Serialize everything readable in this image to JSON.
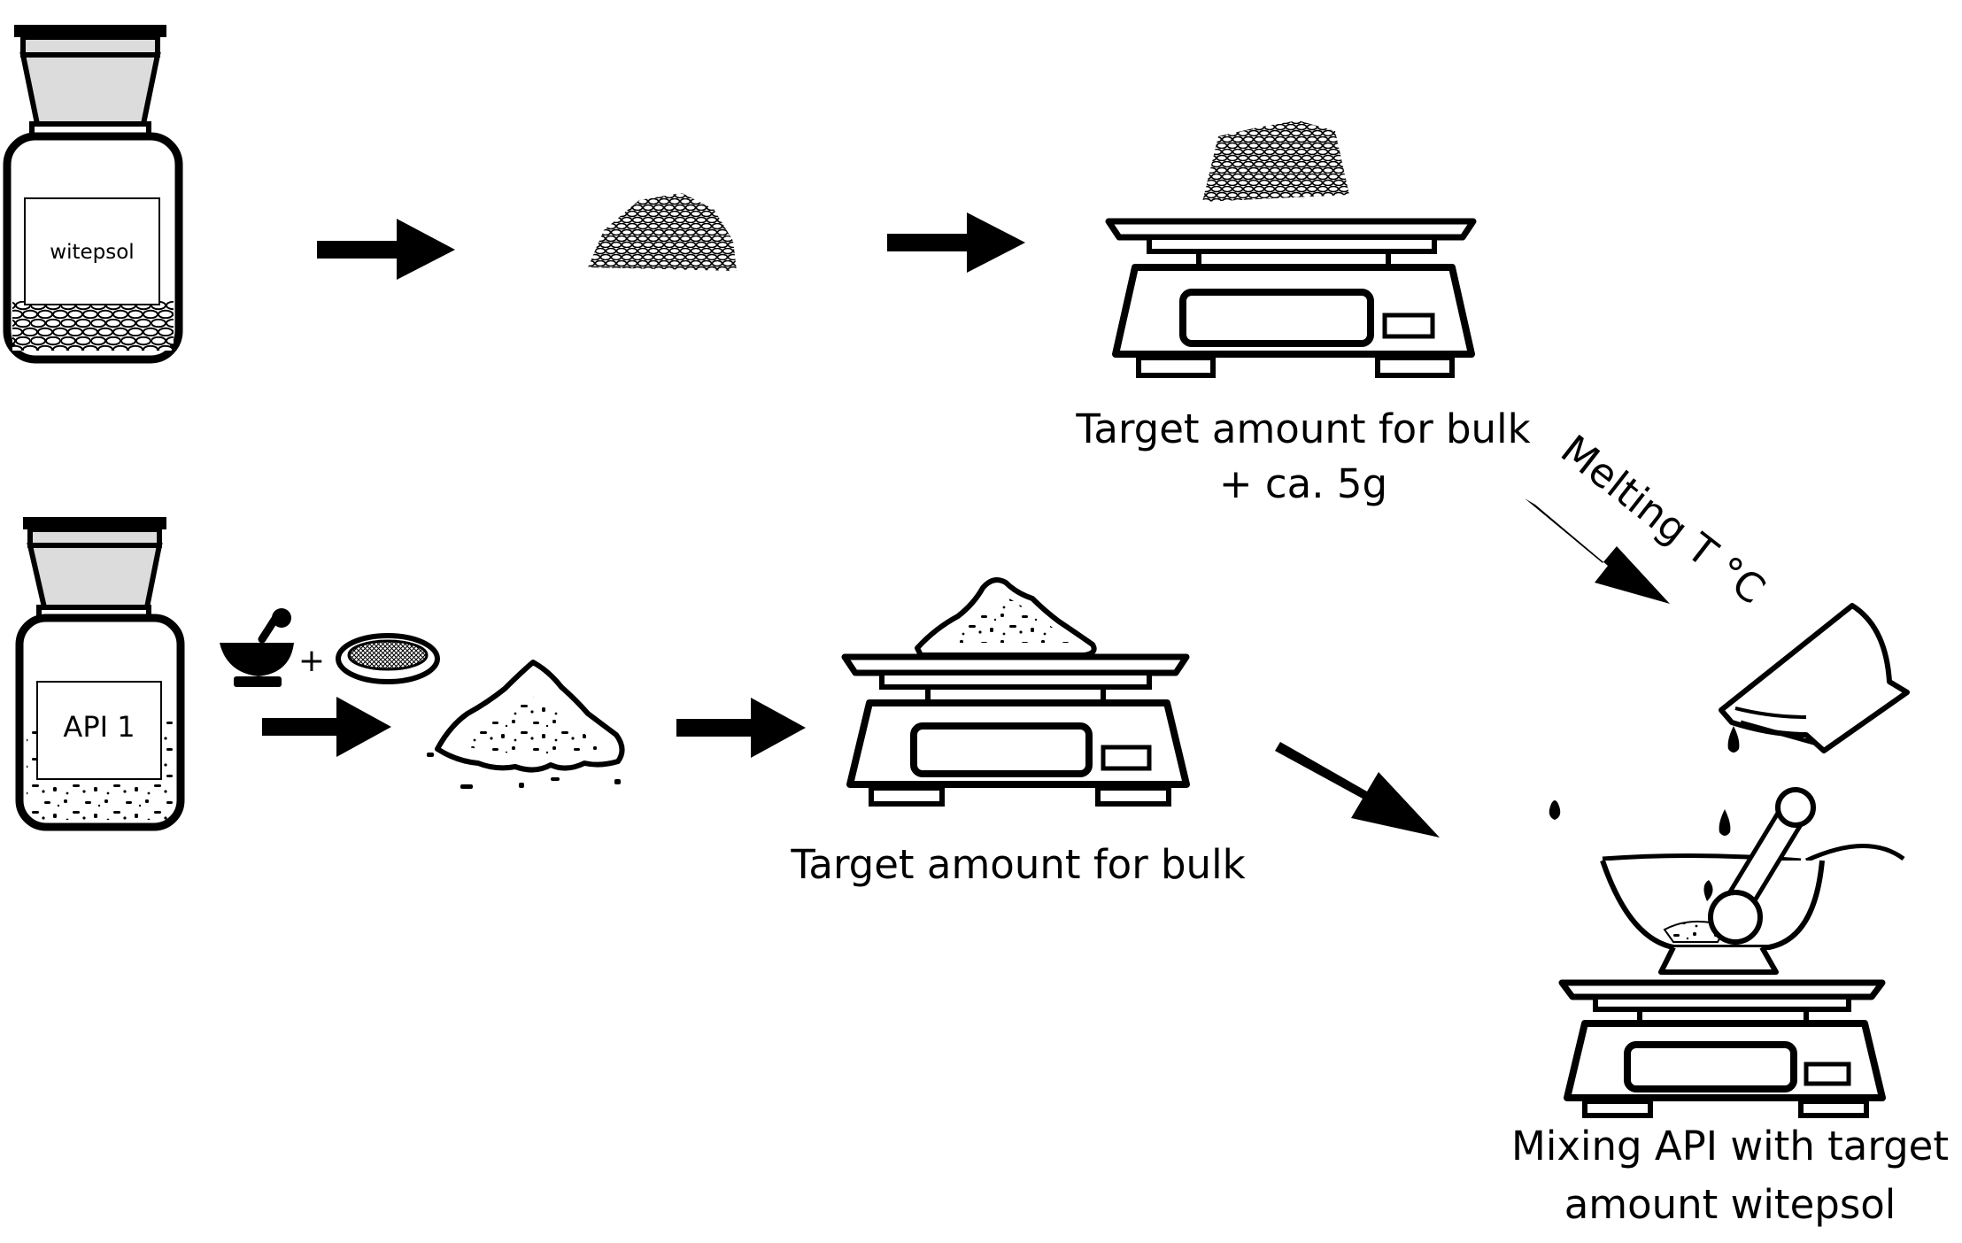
{
  "jars": {
    "witepsol_label": "witepsol",
    "api_label": "API 1"
  },
  "symbols": {
    "plus": "+"
  },
  "captions": {
    "scale_witepsol_line1": "Target amount for bulk",
    "scale_witepsol_line2": "+ ca. 5g",
    "scale_api": "Target amount for bulk",
    "melting": "Melting T °C",
    "mixing_line1": "Mixing API with target",
    "mixing_line2": "amount witepsol"
  }
}
